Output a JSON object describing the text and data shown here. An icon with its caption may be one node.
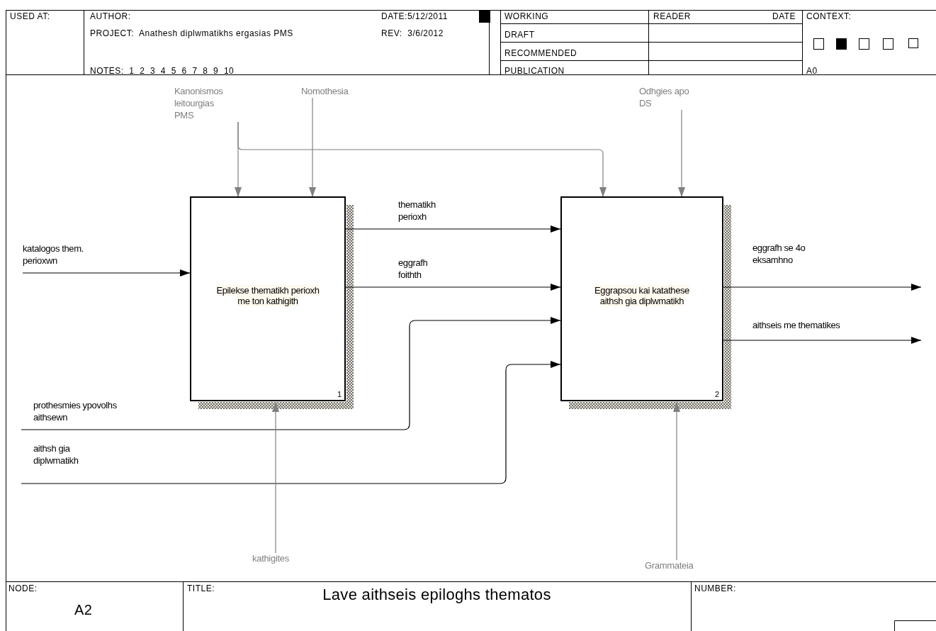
{
  "diagram": {
    "title": "Lave aithseis epiloghs thematos",
    "nodes": [
      {
        "text": [
          "Kanonismos leitourgias PMS"
        ]
      },
      {
        "text": [
          "Nomothesia"
        ]
      },
      {
        "text": [
          "Odhgies apo DS"
        ]
      },
      {
        "text": [
          "Epilekse thematikh perioxh me ton kathigith",
          "1"
        ]
      },
      {
        "text": [
          "Eggrapsou kai katathese aithsh gia diplwmatikh",
          "2"
        ]
      },
      {
        "text": [
          "kathigites"
        ]
      },
      {
        "text": [
          "Grammateia"
        ]
      }
    ],
    "edges": [
      {
        "from": 0,
        "to": 3,
        "arrow": "to",
        "color": "#808080"
      },
      {
        "from": 0,
        "to": 4,
        "arrow": "to",
        "color": "#808080"
      },
      {
        "from": 1,
        "to": 3,
        "arrow": "to",
        "color": "#808080"
      },
      {
        "from": 2,
        "to": 4,
        "arrow": "to",
        "color": "#808080"
      },
      {
        "from": null,
        "to": 3,
        "arrow": "to",
        "label": "katalogos them. perioxwn"
      },
      {
        "from": 3,
        "to": 4,
        "arrow": "to",
        "label": "thematikh perioxh"
      },
      {
        "from": 3,
        "to": 4,
        "arrow": "to",
        "label": "eggrafh foithth"
      },
      {
        "from": null,
        "to": 4,
        "arrow": "to",
        "label": "prothesmies ypovolhs aithsewn"
      },
      {
        "from": null,
        "to": 4,
        "arrow": "to",
        "label": "aithsh gia diplwmatikh"
      },
      {
        "from": 4,
        "to": null,
        "arrow": "to",
        "label": "eggrafh se 4o eksamhno"
      },
      {
        "from": 4,
        "to": null,
        "arrow": "to",
        "label": "aithseis me thematikes"
      },
      {
        "from": 5,
        "to": 3,
        "arrow": "to",
        "color": "#808080"
      },
      {
        "from": 6,
        "to": 4,
        "arrow": "to",
        "color": "#808080"
      }
    ],
    "labels": [
      "USED AT:",
      "AUTHOR:",
      "DATE:5/12/2011",
      "WORKING",
      "READER",
      "DATE",
      "CONTEXT:",
      "PROJECT:  Anathesh diplwmatikhs ergasias PMS",
      "REV:  3/6/2012",
      "DRAFT",
      "RECOMMENDED",
      "NOTES:  1  2  3  4  5  6  7  8  9  10",
      "PUBLICATION",
      "A0",
      "NODE:",
      "TITLE:",
      "NUMBER:",
      "A2"
    ]
  }
}
